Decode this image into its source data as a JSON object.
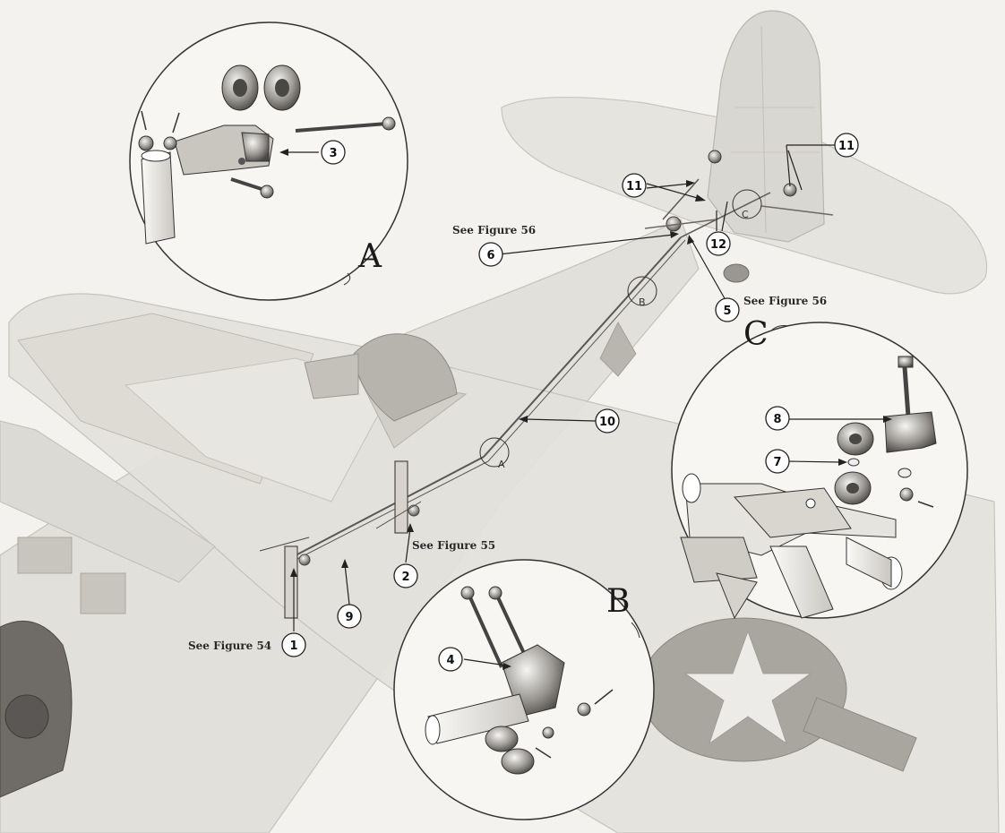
{
  "detail_letters": {
    "a": "A",
    "b": "B",
    "c": "C"
  },
  "station_letters": {
    "a": "A",
    "b": "B",
    "c": "C"
  },
  "references": {
    "fig54": "See Figure 54",
    "fig55": "See Figure 55",
    "fig56_top": "See Figure 56",
    "fig56_right": "See Figure 56"
  },
  "callouts": {
    "c1": "1",
    "c2": "2",
    "c3": "3",
    "c4": "4",
    "c5": "5",
    "c6": "6",
    "c7": "7",
    "c8": "8",
    "c9": "9",
    "c10": "10",
    "c11a": "11",
    "c11b": "11",
    "c12": "12"
  },
  "colors": {
    "ink": "#1a1a1a",
    "paper": "#f3f2ee",
    "airframe": "#dcdad4",
    "metal": "#8a8782"
  }
}
